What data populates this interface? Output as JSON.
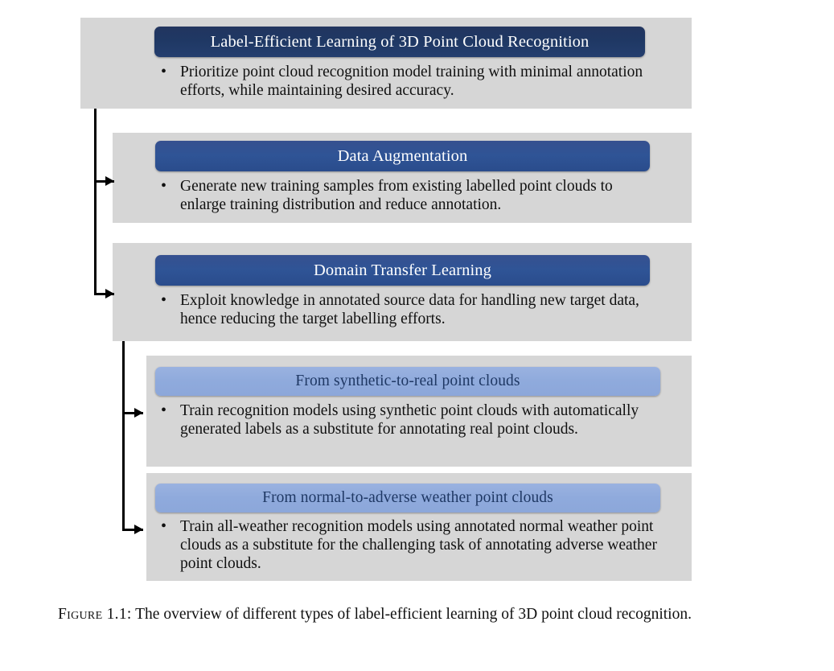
{
  "figure": {
    "caption_label": "Figure 1.1:",
    "caption_text": "The overview of different types of label-efficient learning of 3D point cloud recognition."
  },
  "colors": {
    "card_background": "#d6d6d6",
    "header_navy": "#1f3864",
    "header_blue": "#2f5496",
    "header_light_blue": "#8faadc",
    "header_navy_text": "#ffffff",
    "header_light_text": "#1f3864",
    "body_text": "#101010",
    "connector": "#000000",
    "page_background": "#ffffff"
  },
  "cards": [
    {
      "id": "root",
      "title": "Label-Efficient Learning of 3D Point Cloud Recognition",
      "header_style": "navy",
      "bullet_marker": "•",
      "bullet_text": "Prioritize point cloud recognition model training with minimal annotation efforts, while maintaining desired accuracy."
    },
    {
      "id": "data-augmentation",
      "title": "Data Augmentation",
      "header_style": "blue",
      "bullet_marker": "•",
      "bullet_text": "Generate new training samples from existing labelled point clouds to enlarge training distribution and reduce annotation."
    },
    {
      "id": "domain-transfer-learning",
      "title": "Domain Transfer Learning",
      "header_style": "blue",
      "bullet_marker": "•",
      "bullet_text": "Exploit knowledge in annotated source data for handling new target data, hence reducing the target labelling efforts."
    },
    {
      "id": "synthetic-to-real",
      "title": "From synthetic-to-real point clouds",
      "header_style": "light",
      "bullet_marker": "•",
      "bullet_text": "Train recognition models using synthetic point clouds with automatically generated labels as a substitute for annotating real point clouds."
    },
    {
      "id": "normal-to-adverse-weather",
      "title": "From normal-to-adverse weather point clouds",
      "header_style": "light",
      "bullet_marker": "•",
      "bullet_text": "Train all-weather recognition models using annotated normal weather point clouds as a substitute for the challenging task of annotating adverse weather point clouds."
    }
  ]
}
